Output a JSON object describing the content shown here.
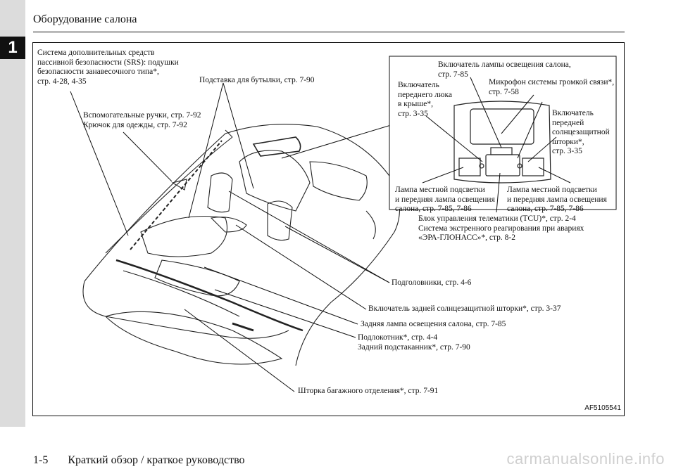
{
  "header": {
    "title": "Оборудование салона"
  },
  "sidebar": {
    "chapter": "1"
  },
  "labels": {
    "srs": [
      "Система дополнительных средств",
      "пассивной безопасности (SRS): подушки",
      "безопасности занавесочного типа*,",
      "стр. 4-28, 4-35"
    ],
    "bottle_holder": "Подставка для бутылки, стр. 7-90",
    "handles": [
      "Вспомогательные ручки, стр. 7-92",
      "Крючок для одежды, стр. 7-92"
    ],
    "room_lamp_switch": [
      "Включатель лампы освещения салона,",
      "стр. 7-85"
    ],
    "sunroof_switch": [
      "Включатель",
      "переднего люка",
      "в крыше*,",
      "стр. 3-35"
    ],
    "microphone": [
      "Микрофон системы громкой связи*,",
      "стр. 7-58"
    ],
    "front_sunshade": [
      "Включатель",
      "передней",
      "солнцезащитной",
      "шторки*,",
      "стр. 3-35"
    ],
    "map_lamp_left": [
      "Лампа местной подсветки",
      "и передняя лампа освещения",
      "салона, стр. 7-85, 7-86"
    ],
    "map_lamp_right": [
      "Лампа местной подсветки",
      "и передняя лампа освещения",
      "салона, стр. 7-85, 7-86"
    ],
    "tcu": [
      "Блок управления телематики (TCU)*, стр. 2-4",
      "Система экстренного реагирования при авариях",
      "«ЭРА-ГЛОНАСС»*, стр. 8-2"
    ],
    "headrests": "Подголовники, стр. 4-6",
    "rear_sunshade": "Включатель задней солнцезащитной шторки*, стр. 3-37",
    "rear_lamp": "Задняя лампа освещения салона, стр. 7-85",
    "armrest": [
      "Подлокотник*, стр. 4-4",
      "Задний подстаканник*, стр. 7-90"
    ],
    "tonneau": "Шторка багажного отделения*, стр. 7-91"
  },
  "figure_code": "AF5105541",
  "footer": {
    "page": "1-5",
    "title": "Краткий обзор / краткое руководство"
  },
  "watermark": "carmanualsonline.info"
}
